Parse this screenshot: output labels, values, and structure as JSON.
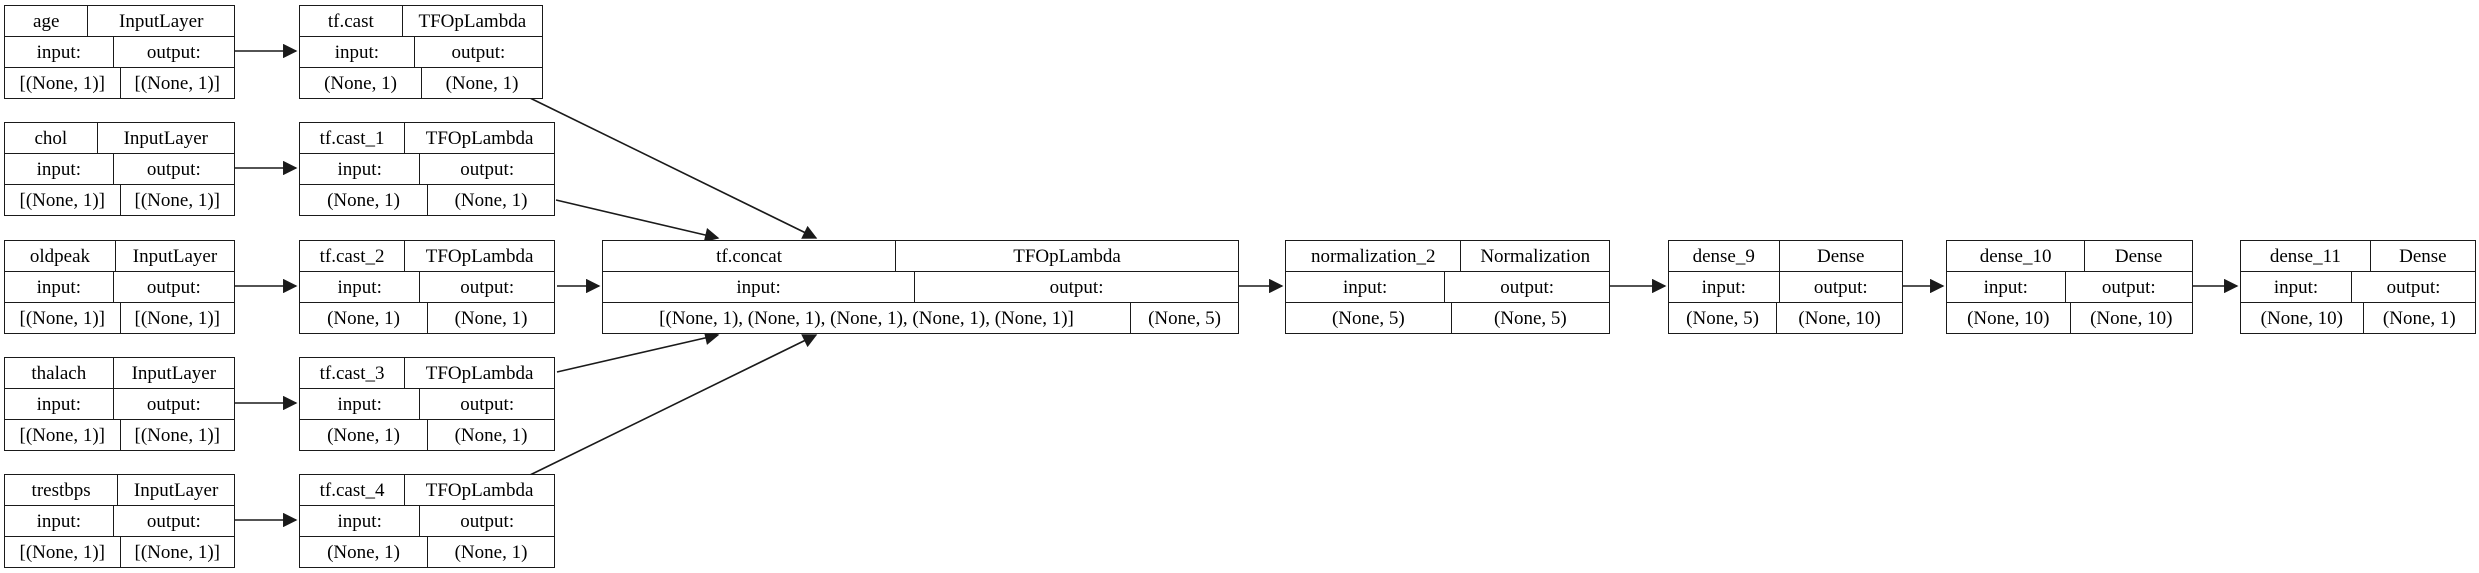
{
  "diagram": {
    "kind": "keras-model-graph",
    "io_labels": {
      "input": "input:",
      "output": "output:"
    },
    "nodes": [
      {
        "id": "age",
        "name": "age",
        "layer_type": "InputLayer",
        "input_shape": "[(None, 1)]",
        "output_shape": "[(None, 1)]"
      },
      {
        "id": "tf.cast",
        "name": "tf.cast",
        "layer_type": "TFOpLambda",
        "input_shape": "(None, 1)",
        "output_shape": "(None, 1)"
      },
      {
        "id": "chol",
        "name": "chol",
        "layer_type": "InputLayer",
        "input_shape": "[(None, 1)]",
        "output_shape": "[(None, 1)]"
      },
      {
        "id": "tf.cast_1",
        "name": "tf.cast_1",
        "layer_type": "TFOpLambda",
        "input_shape": "(None, 1)",
        "output_shape": "(None, 1)"
      },
      {
        "id": "oldpeak",
        "name": "oldpeak",
        "layer_type": "InputLayer",
        "input_shape": "[(None, 1)]",
        "output_shape": "[(None, 1)]"
      },
      {
        "id": "tf.cast_2",
        "name": "tf.cast_2",
        "layer_type": "TFOpLambda",
        "input_shape": "(None, 1)",
        "output_shape": "(None, 1)"
      },
      {
        "id": "thalach",
        "name": "thalach",
        "layer_type": "InputLayer",
        "input_shape": "[(None, 1)]",
        "output_shape": "[(None, 1)]"
      },
      {
        "id": "tf.cast_3",
        "name": "tf.cast_3",
        "layer_type": "TFOpLambda",
        "input_shape": "(None, 1)",
        "output_shape": "(None, 1)"
      },
      {
        "id": "trestbps",
        "name": "trestbps",
        "layer_type": "InputLayer",
        "input_shape": "[(None, 1)]",
        "output_shape": "[(None, 1)]"
      },
      {
        "id": "tf.cast_4",
        "name": "tf.cast_4",
        "layer_type": "TFOpLambda",
        "input_shape": "(None, 1)",
        "output_shape": "(None, 1)"
      },
      {
        "id": "tf.concat",
        "name": "tf.concat",
        "layer_type": "TFOpLambda",
        "input_shape": "[(None, 1), (None, 1), (None, 1), (None, 1), (None, 1)]",
        "output_shape": "(None, 5)"
      },
      {
        "id": "normalization_2",
        "name": "normalization_2",
        "layer_type": "Normalization",
        "input_shape": "(None, 5)",
        "output_shape": "(None, 5)"
      },
      {
        "id": "dense_9",
        "name": "dense_9",
        "layer_type": "Dense",
        "input_shape": "(None, 5)",
        "output_shape": "(None, 10)"
      },
      {
        "id": "dense_10",
        "name": "dense_10",
        "layer_type": "Dense",
        "input_shape": "(None, 10)",
        "output_shape": "(None, 10)"
      },
      {
        "id": "dense_11",
        "name": "dense_11",
        "layer_type": "Dense",
        "input_shape": "(None, 10)",
        "output_shape": "(None, 1)"
      }
    ],
    "edges": [
      [
        "age",
        "tf.cast"
      ],
      [
        "chol",
        "tf.cast_1"
      ],
      [
        "oldpeak",
        "tf.cast_2"
      ],
      [
        "thalach",
        "tf.cast_3"
      ],
      [
        "trestbps",
        "tf.cast_4"
      ],
      [
        "tf.cast",
        "tf.concat"
      ],
      [
        "tf.cast_1",
        "tf.concat"
      ],
      [
        "tf.cast_2",
        "tf.concat"
      ],
      [
        "tf.cast_3",
        "tf.concat"
      ],
      [
        "tf.cast_4",
        "tf.concat"
      ],
      [
        "tf.concat",
        "normalization_2"
      ],
      [
        "normalization_2",
        "dense_9"
      ],
      [
        "dense_9",
        "dense_10"
      ],
      [
        "dense_10",
        "dense_11"
      ]
    ]
  }
}
